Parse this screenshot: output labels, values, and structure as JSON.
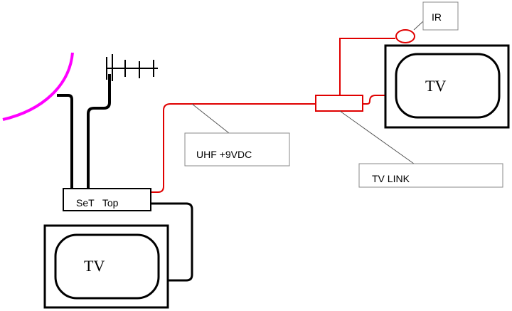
{
  "labels": {
    "ir": "IR",
    "tv_remote": "TV",
    "tv_local": "TV",
    "uhf": "UHF +9VDC",
    "tv_link": "TV LINK",
    "set_top": "SeT   Top"
  },
  "colors": {
    "cable_main": "#000000",
    "cable_uhf": "#e00000",
    "dish": "#ff00ff",
    "leader": "#555555",
    "box_border": "#888888"
  },
  "icons": [
    "satellite-dish-icon",
    "tv-antenna-icon"
  ]
}
